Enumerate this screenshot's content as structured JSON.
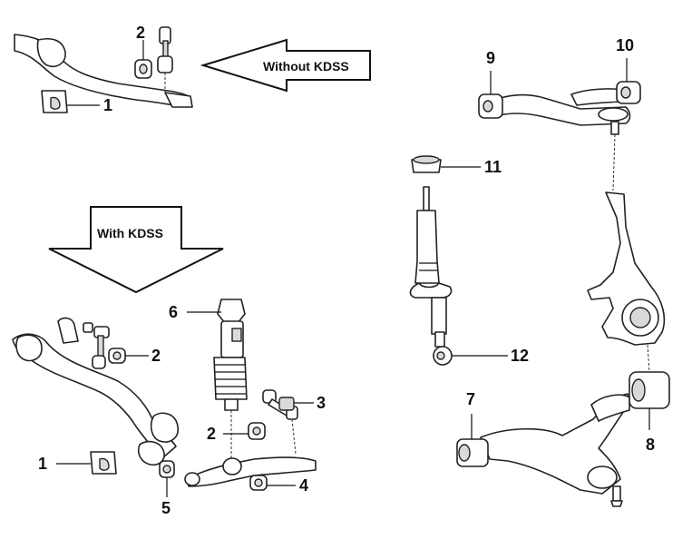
{
  "callouts": {
    "without_kdss": "Without KDSS",
    "with_kdss": "With KDSS"
  },
  "labels": {
    "n1_top": "1",
    "n2_top": "2",
    "n1_bottom": "1",
    "n2_link": "2",
    "n2_shock": "2",
    "n3": "3",
    "n4": "4",
    "n5": "5",
    "n6": "6",
    "n7": "7",
    "n8": "8",
    "n9": "9",
    "n10": "10",
    "n11": "11",
    "n12": "12"
  }
}
